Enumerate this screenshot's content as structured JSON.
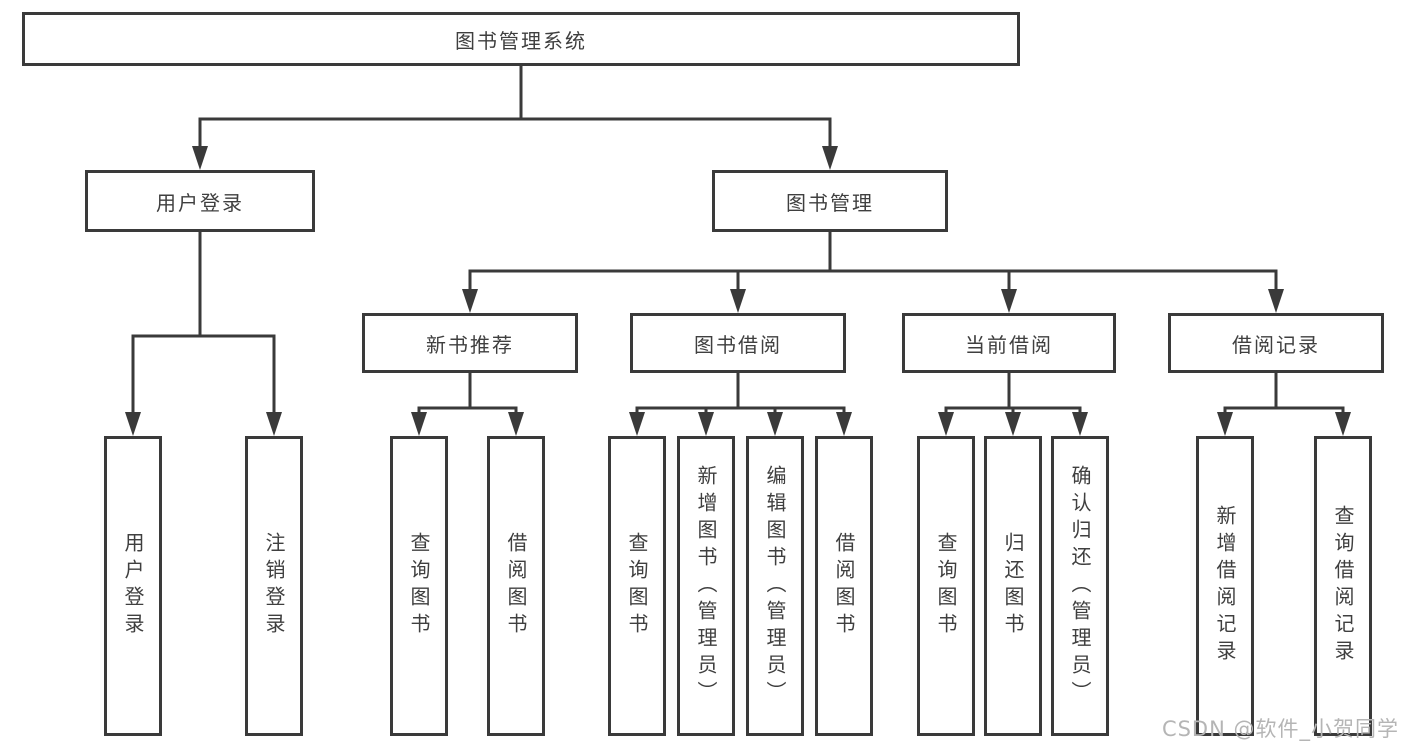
{
  "tree": {
    "root": {
      "label": "图书管理系统"
    },
    "branches": [
      {
        "label": "用户登录",
        "children": [
          {
            "label": "用户登录"
          },
          {
            "label": "注销登录"
          }
        ]
      },
      {
        "label": "图书管理",
        "children": [
          {
            "label": "新书推荐",
            "children": [
              {
                "label": "查询图书"
              },
              {
                "label": "借阅图书"
              }
            ]
          },
          {
            "label": "图书借阅",
            "children": [
              {
                "label": "查询图书"
              },
              {
                "label": "新增图书（管理员）"
              },
              {
                "label": "编辑图书（管理员）"
              },
              {
                "label": "借阅图书"
              }
            ]
          },
          {
            "label": "当前借阅",
            "children": [
              {
                "label": "查询图书"
              },
              {
                "label": "归还图书"
              },
              {
                "label": "确认归还（管理员）"
              }
            ]
          },
          {
            "label": "借阅记录",
            "children": [
              {
                "label": "新增借阅记录"
              },
              {
                "label": "查询借阅记录"
              }
            ]
          }
        ]
      }
    ]
  },
  "watermark": {
    "text": "CSDN @软件_小贺同学"
  },
  "colors": {
    "line": "#3a3a3a",
    "box_border": "#3a3a3a",
    "text": "#3f3f3f",
    "watermark": "#b5b5b5",
    "background": "#ffffff"
  }
}
